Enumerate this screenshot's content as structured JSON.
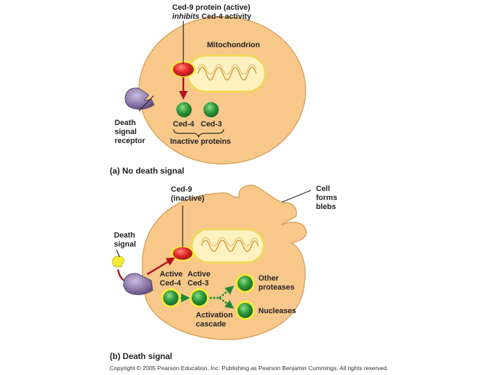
{
  "panel_a": {
    "top_label_line1": "Ced-9 protein (active)",
    "top_label_line2_italic": "inhibits",
    "top_label_line2_rest": " Ced-4 activity",
    "mitochondrion": "Mitochondrion",
    "receptor_line1": "Death",
    "receptor_line2": "signal",
    "receptor_line3": "receptor",
    "ced4": "Ced-4",
    "ced3": "Ced-3",
    "inactive": "Inactive proteins",
    "caption": "(a) No death signal"
  },
  "panel_b": {
    "ced9_line1": "Ced-9",
    "ced9_line2": "(inactive)",
    "blebs_line1": "Cell",
    "blebs_line2": "forms",
    "blebs_line3": "blebs",
    "signal_line1": "Death",
    "signal_line2": "signal",
    "active_ced4_line1": "Active",
    "active_ced4_line2": "Ced-4",
    "active_ced3_line1": "Active",
    "active_ced3_line2": "Ced-3",
    "proteases_line1": "Other",
    "proteases_line2": "proteases",
    "nucleases": "Nucleases",
    "cascade_line1": "Activation",
    "cascade_line2": "cascade",
    "caption": "(b) Death signal"
  },
  "copyright": "Copyright © 2005 Pearson Education, Inc. Publishing as Pearson Benjamin Cummings. All rights reserved.",
  "colors": {
    "cell_fill": "#f7c88a",
    "cell_stroke": "#d9a35f",
    "mito_fill": "#fdf2c0",
    "red_protein": "#e3262a",
    "green_protein": "#2e9a3c",
    "yellow_glow": "#f5ea3a",
    "receptor": "#8c79a8",
    "inhibit_arrow": "#b3131b",
    "cascade_arrow": "#1e8a33"
  }
}
